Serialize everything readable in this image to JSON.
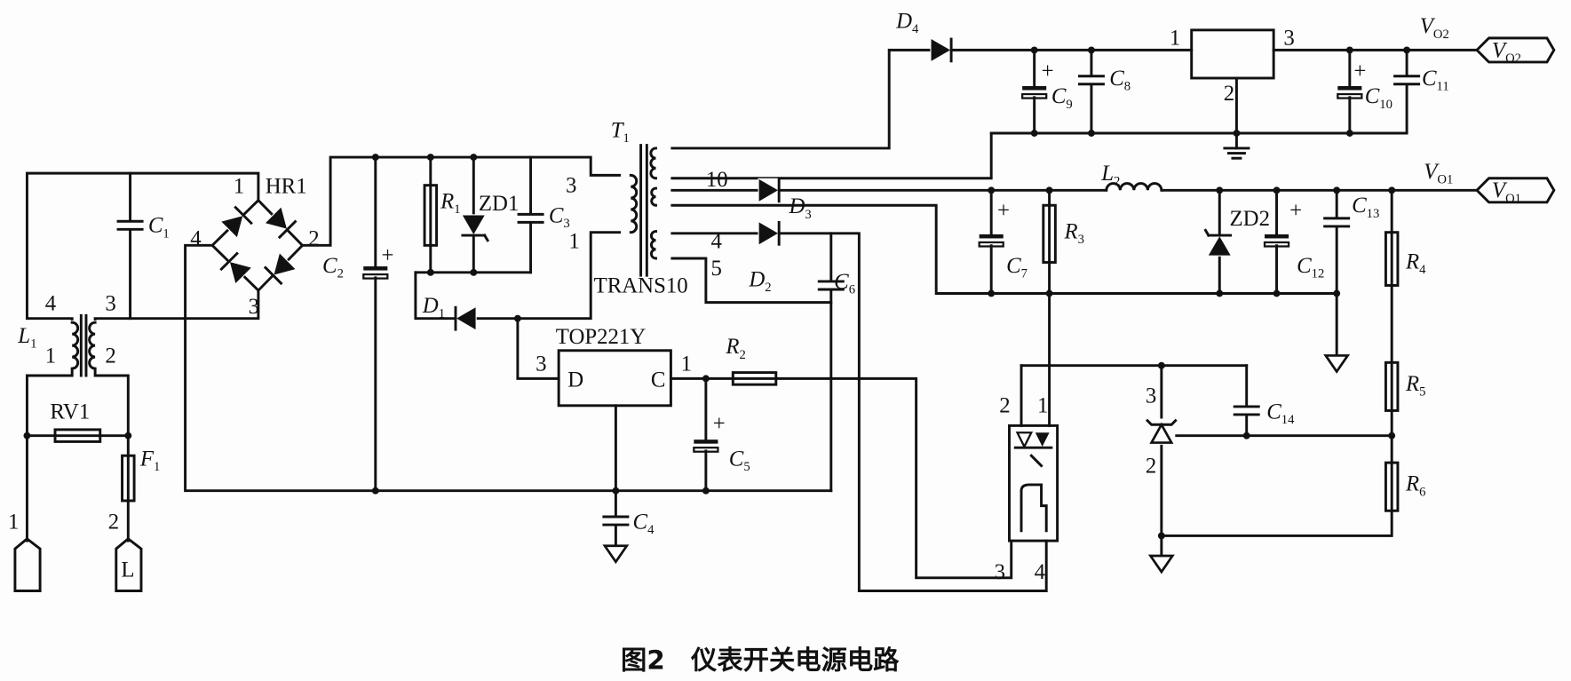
{
  "caption": "图2　仪表开关电源电路",
  "labels": {
    "in_pin1": {
      "text": "1",
      "sub": ""
    },
    "in_pin2": {
      "text": "2",
      "sub": ""
    },
    "term_L": {
      "text": "L",
      "sub": ""
    },
    "RV1": {
      "text": "RV1",
      "sub": ""
    },
    "F1": {
      "text": "F",
      "sub": "1"
    },
    "L1": {
      "text": "L",
      "sub": "1"
    },
    "L1_p4": {
      "text": "4",
      "sub": ""
    },
    "L1_p3": {
      "text": "3",
      "sub": ""
    },
    "L1_p1": {
      "text": "1",
      "sub": ""
    },
    "L1_p2": {
      "text": "2",
      "sub": ""
    },
    "C1": {
      "text": "C",
      "sub": "1"
    },
    "HR1": {
      "text": "HR1",
      "sub": ""
    },
    "HR1_p1": {
      "text": "1",
      "sub": ""
    },
    "HR1_p2": {
      "text": "2",
      "sub": ""
    },
    "HR1_p3": {
      "text": "3",
      "sub": ""
    },
    "HR1_p4": {
      "text": "4",
      "sub": ""
    },
    "C2": {
      "text": "C",
      "sub": "2"
    },
    "C2_plus": {
      "text": "+",
      "sub": ""
    },
    "R1": {
      "text": "R",
      "sub": "1"
    },
    "ZD1": {
      "text": "ZD1",
      "sub": ""
    },
    "C3": {
      "text": "C",
      "sub": "3"
    },
    "T1_p3": {
      "text": "3",
      "sub": ""
    },
    "T1_p1": {
      "text": "1",
      "sub": ""
    },
    "T1": {
      "text": "T",
      "sub": "1"
    },
    "T1_p10": {
      "text": "10",
      "sub": ""
    },
    "T1_p4": {
      "text": "4",
      "sub": ""
    },
    "T1_p5": {
      "text": "5",
      "sub": ""
    },
    "TRANS10": {
      "text": "TRANS10",
      "sub": ""
    },
    "D1": {
      "text": "D",
      "sub": "1"
    },
    "TOP221Y": {
      "text": "TOP221Y",
      "sub": ""
    },
    "TOP_D": {
      "text": "D",
      "sub": ""
    },
    "TOP_C": {
      "text": "C",
      "sub": ""
    },
    "TOP_p3": {
      "text": "3",
      "sub": ""
    },
    "TOP_p1": {
      "text": "1",
      "sub": ""
    },
    "R2": {
      "text": "R",
      "sub": "2"
    },
    "C5": {
      "text": "C",
      "sub": "5"
    },
    "C5_plus": {
      "text": "+",
      "sub": ""
    },
    "C4": {
      "text": "C",
      "sub": "4"
    },
    "D2": {
      "text": "D",
      "sub": "2"
    },
    "D3": {
      "text": "D",
      "sub": "3"
    },
    "C6": {
      "text": "C",
      "sub": "6"
    },
    "D4": {
      "text": "D",
      "sub": "4"
    },
    "C9": {
      "text": "C",
      "sub": "9"
    },
    "C9_plus": {
      "text": "+",
      "sub": ""
    },
    "C8": {
      "text": "C",
      "sub": "8"
    },
    "C10": {
      "text": "C",
      "sub": "10"
    },
    "C10_plus": {
      "text": "+",
      "sub": ""
    },
    "C11": {
      "text": "C",
      "sub": "11"
    },
    "REG_p1": {
      "text": "1",
      "sub": ""
    },
    "REG_p3": {
      "text": "3",
      "sub": ""
    },
    "REG_p2": {
      "text": "2",
      "sub": ""
    },
    "VO2": {
      "text": "V",
      "sub": "O2"
    },
    "VO2_term": {
      "text": "V",
      "sub": "O2"
    },
    "VO1": {
      "text": "V",
      "sub": "O1"
    },
    "VO1_term": {
      "text": "V",
      "sub": "O1"
    },
    "L2": {
      "text": "L",
      "sub": "2"
    },
    "C7": {
      "text": "C",
      "sub": "7"
    },
    "C7_plus": {
      "text": "+",
      "sub": ""
    },
    "R3": {
      "text": "R",
      "sub": "3"
    },
    "ZD2": {
      "text": "ZD2",
      "sub": ""
    },
    "C12": {
      "text": "C",
      "sub": "12"
    },
    "C12_plus": {
      "text": "+",
      "sub": ""
    },
    "C13": {
      "text": "C",
      "sub": "13"
    },
    "R4": {
      "text": "R",
      "sub": "4"
    },
    "R5": {
      "text": "R",
      "sub": "5"
    },
    "R6": {
      "text": "R",
      "sub": "6"
    },
    "C14": {
      "text": "C",
      "sub": "14"
    },
    "TL_p3": {
      "text": "3",
      "sub": ""
    },
    "TL_p2": {
      "text": "2",
      "sub": ""
    },
    "OPTO_p2": {
      "text": "2",
      "sub": ""
    },
    "OPTO_p1": {
      "text": "1",
      "sub": ""
    },
    "OPTO_p3": {
      "text": "3",
      "sub": ""
    },
    "OPTO_p4": {
      "text": "4",
      "sub": ""
    }
  }
}
